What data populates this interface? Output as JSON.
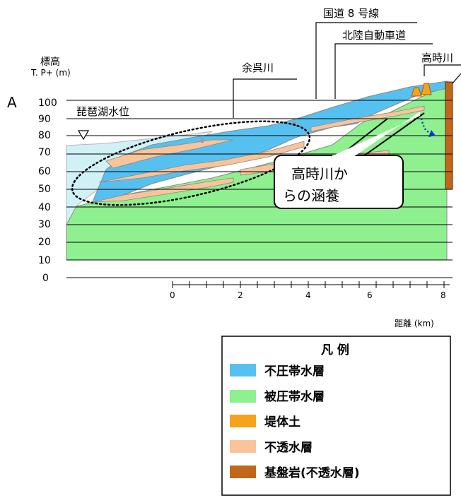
{
  "figure": {
    "section_label": "A",
    "y_axis_title_1": "標高",
    "y_axis_title_2": "T. P+ (m)",
    "y_ticks": [
      "100",
      "90",
      "80",
      "70",
      "60",
      "50",
      "40",
      "30",
      "20",
      "10",
      "0"
    ],
    "x_ticks": [
      "0",
      "2",
      "4",
      "6",
      "8"
    ],
    "x_axis_title": "距離 (km)",
    "water_level_label": "琵琶湖水位",
    "labels": {
      "river_yogo": "余呉川",
      "route8": "国道 8 号線",
      "expressway": "北陸自動車道",
      "river_takatoki": "高時川"
    },
    "callout": {
      "line1": "高時川か",
      "line2": "らの涵養"
    }
  },
  "legend": {
    "title": "凡  例",
    "items": [
      {
        "label": "不圧帯水層",
        "color": "#56c1f0"
      },
      {
        "label": "被圧帯水層",
        "color": "#8ef08e"
      },
      {
        "label": "堤体土",
        "color": "#f7a21a"
      },
      {
        "label": "不透水層",
        "color": "#f9c49a"
      },
      {
        "label": "基盤岩(不透水層)",
        "color": "#c1671a"
      }
    ]
  }
}
